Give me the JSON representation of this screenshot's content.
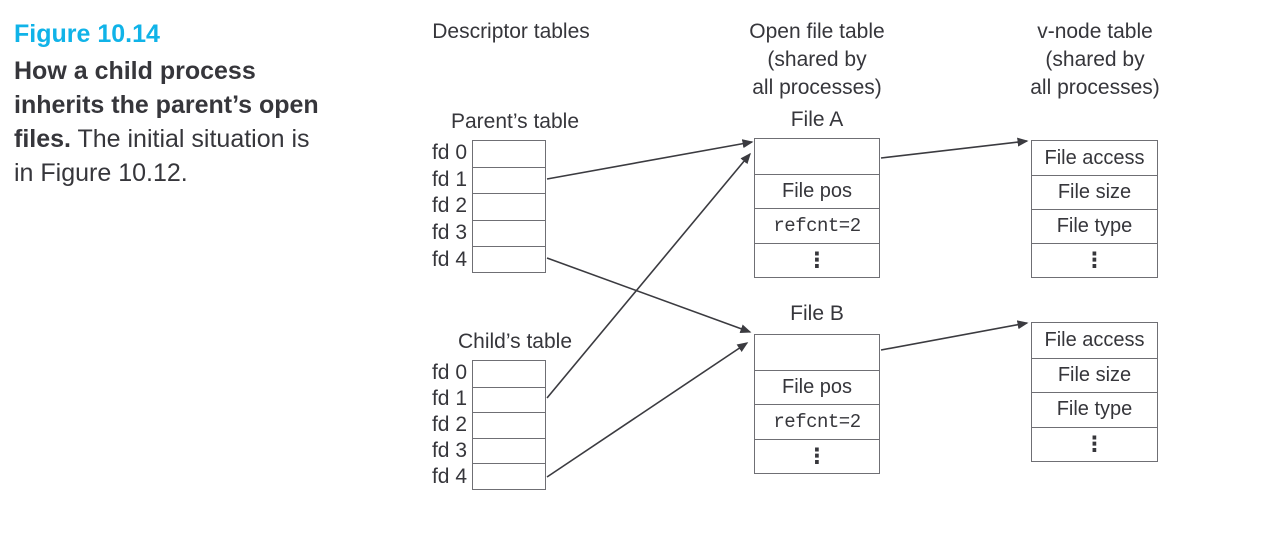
{
  "caption": {
    "figure_label": "Figure 10.14",
    "accent_color": "#10b3e8",
    "lines": [
      {
        "bold": "How a child process",
        "normal": ""
      },
      {
        "bold": "inherits the parent’s open",
        "normal": ""
      },
      {
        "bold": "files.",
        "normal": " The initial situation is"
      },
      {
        "bold": "",
        "normal": "in Figure 10.12."
      }
    ]
  },
  "columns": {
    "descriptor": {
      "title": "Descriptor tables"
    },
    "open_file": {
      "title": "Open file table",
      "subtitle1": "(shared by",
      "subtitle2": "all processes)"
    },
    "vnode": {
      "title": "v-node table",
      "subtitle1": "(shared by",
      "subtitle2": "all processes)"
    }
  },
  "descriptor_tables": [
    {
      "name": "Parent’s table",
      "rows": [
        "fd 0",
        "fd 1",
        "fd 2",
        "fd 3",
        "fd 4"
      ]
    },
    {
      "name": "Child’s table",
      "rows": [
        "fd 0",
        "fd 1",
        "fd 2",
        "fd 3",
        "fd 4"
      ]
    }
  ],
  "open_file_entries": [
    {
      "name": "File A",
      "rows": [
        "",
        "File pos",
        "refcnt=2",
        "⋮"
      ]
    },
    {
      "name": "File B",
      "rows": [
        "",
        "File pos",
        "refcnt=2",
        "⋮"
      ]
    }
  ],
  "vnode_entries": [
    {
      "rows": [
        "File access",
        "File size",
        "File type",
        "⋮"
      ]
    },
    {
      "rows": [
        "File access",
        "File size",
        "File type",
        "⋮"
      ]
    }
  ],
  "connections": [
    {
      "from": "Parent’s table fd 1",
      "to": "File A"
    },
    {
      "from": "Parent’s table fd 4",
      "to": "File B"
    },
    {
      "from": "Child’s table fd 1",
      "to": "File A"
    },
    {
      "from": "Child’s table fd 4",
      "to": "File B"
    },
    {
      "from": "File A",
      "to": "v-node table entry 1"
    },
    {
      "from": "File B",
      "to": "v-node table entry 2"
    }
  ],
  "colors": {
    "line": "#3b3b40",
    "border": "#6f6f74",
    "text": "#36363b"
  }
}
